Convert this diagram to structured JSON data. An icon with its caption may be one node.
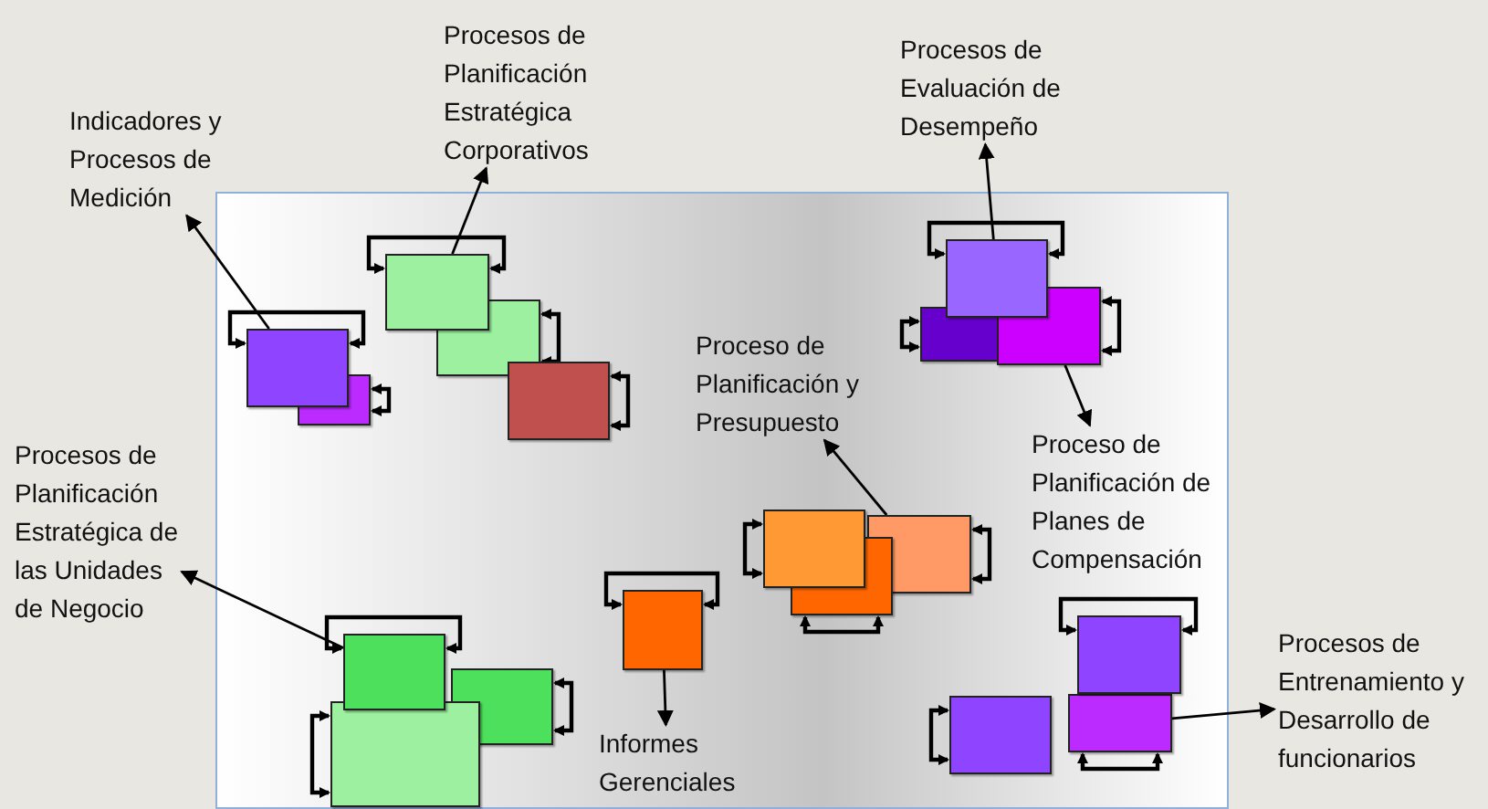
{
  "diagram": {
    "nodes": [
      {
        "text": [
          "Indicadores y Procesos de Medición"
        ]
      },
      {
        "text": [
          "Procesos de Planificación Estratégica Corporativos"
        ]
      },
      {
        "text": [
          "Procesos de Evaluación de Desempeño"
        ]
      },
      {
        "text": [
          "Proceso de Planificación y Presupuesto"
        ]
      },
      {
        "text": [
          "Proceso de Planificación de Planes de Compensación"
        ]
      },
      {
        "text": [
          "Procesos de Planificación Estratégica de las Unidades de Negocio"
        ]
      },
      {
        "text": [
          "Informes Gerenciales"
        ]
      },
      {
        "text": [
          "Procesos de Entrenamiento y Desarrollo de funcionarios"
        ]
      },
      {
        "text": [],
        "shape": "box"
      },
      {
        "text": [],
        "shape": "box"
      },
      {
        "text": [],
        "shape": "box"
      },
      {
        "text": [],
        "shape": "box"
      },
      {
        "text": [],
        "shape": "box"
      },
      {
        "text": [],
        "shape": "box"
      },
      {
        "text": [],
        "shape": "box"
      },
      {
        "text": [],
        "shape": "box"
      },
      {
        "text": [],
        "shape": "box"
      },
      {
        "text": [],
        "shape": "box"
      },
      {
        "text": [],
        "shape": "box"
      },
      {
        "text": [],
        "shape": "box"
      },
      {
        "text": [],
        "shape": "box"
      },
      {
        "text": [],
        "shape": "box"
      },
      {
        "text": [],
        "shape": "box"
      },
      {
        "text": [],
        "shape": "box"
      },
      {
        "text": [],
        "shape": "box"
      },
      {
        "text": [],
        "shape": "box"
      }
    ],
    "edges": [
      {
        "from": 8,
        "to": 8,
        "arrow": "both"
      },
      {
        "from": 9,
        "to": 9,
        "arrow": "both"
      },
      {
        "from": 10,
        "to": 10,
        "arrow": "both"
      },
      {
        "from": 11,
        "to": 11,
        "arrow": "both"
      },
      {
        "from": 12,
        "to": 12,
        "arrow": "both"
      },
      {
        "from": 13,
        "to": 13,
        "arrow": "both"
      },
      {
        "from": 14,
        "to": 14,
        "arrow": "both"
      },
      {
        "from": 15,
        "to": 15,
        "arrow": "both"
      },
      {
        "from": 16,
        "to": 16,
        "arrow": "both"
      },
      {
        "from": 17,
        "to": 17,
        "arrow": "both"
      },
      {
        "from": 18,
        "to": 18,
        "arrow": "both"
      },
      {
        "from": 19,
        "to": 19,
        "arrow": "both"
      },
      {
        "from": 20,
        "to": 20,
        "arrow": "both"
      },
      {
        "from": 21,
        "to": 21,
        "arrow": "both"
      },
      {
        "from": 22,
        "to": 22,
        "arrow": "both"
      },
      {
        "from": 23,
        "to": 23,
        "arrow": "both"
      },
      {
        "from": 24,
        "to": 24,
        "arrow": "both"
      },
      {
        "from": 25,
        "to": 25,
        "arrow": "both"
      },
      {
        "from": 8,
        "to": 0,
        "arrow": "to"
      },
      {
        "from": 10,
        "to": 1,
        "arrow": "to"
      },
      {
        "from": 13,
        "to": 2,
        "arrow": "to"
      },
      {
        "from": 15,
        "to": 4,
        "arrow": "to"
      },
      {
        "from": 18,
        "to": 3,
        "arrow": "to"
      },
      {
        "from": 19,
        "to": 6,
        "arrow": "to"
      },
      {
        "from": 20,
        "to": 5,
        "arrow": "to"
      },
      {
        "from": 24,
        "to": 7,
        "arrow": "to"
      }
    ]
  }
}
